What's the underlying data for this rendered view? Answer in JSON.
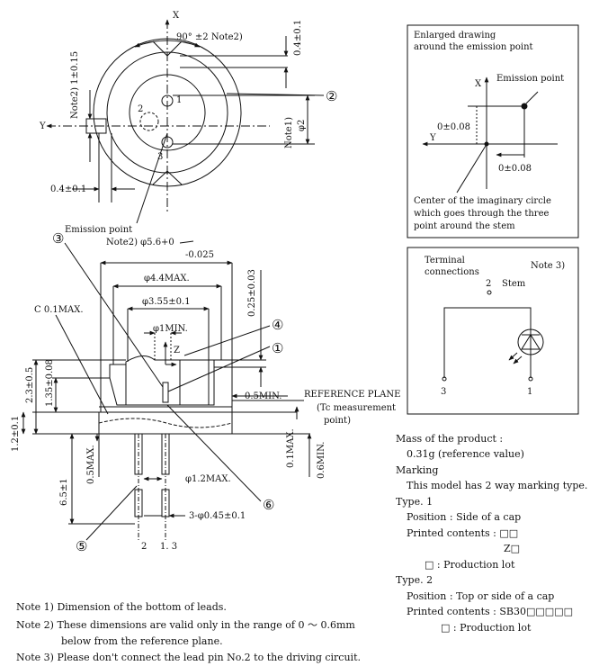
{
  "top_view": {
    "axis_x": "X",
    "axis_y": "Y",
    "angle": "90°  ±2  Note2)",
    "dim_top_right": "0.4±0.1",
    "dim_left": "Note2) 1±0.15",
    "dim_phi2_note": "Note1)",
    "dim_phi2": "φ2",
    "dim_bottom": "0.4±0.1",
    "pin1": "1",
    "pin2": "2",
    "pin3": "3",
    "callout2": "②",
    "emission_label": "Emission point"
  },
  "enlarged": {
    "title1": "Enlarged drawing",
    "title2": "around the emission point",
    "axis_x": "X",
    "axis_y": "Y",
    "emission": "Emission point",
    "dim_v": "0±0.08",
    "dim_h": "0±0.08",
    "desc1": "Center of the imaginary circle",
    "desc2": "which goes through the three",
    "desc3": "point around the stem"
  },
  "terminal": {
    "title1": "Terminal",
    "title2": "connections",
    "note": "Note 3)",
    "pin2_label": "2",
    "stem": "Stem",
    "pin3": "3",
    "pin1": "1"
  },
  "side_view": {
    "note2_dia": "Note2) φ5.6+0",
    "tol": "-0.025",
    "dia_44": "φ4.4MAX.",
    "dia_355": "φ3.55±0.1",
    "dia_1": "φ1MIN.",
    "z": "Z",
    "chamfer": "C  0.1MAX.",
    "dim_025": "0.25±0.03",
    "dim_23": "2.3±0.5",
    "dim_135": "1.35±0.08",
    "dim_12": "1.2±0.1",
    "dim_05max": "0.5MAX.",
    "dim_05min": "0.5MIN.",
    "dim_65": "6.5±1",
    "dim_01max": "0.1MAX.",
    "dim_06min": "0.6MIN.",
    "dia_12": "φ1.2MAX.",
    "leads": "3-φ0.45±0.1",
    "ref_plane": "REFERENCE PLANE",
    "tc1": "(Tc measurement",
    "tc2": "point)",
    "lead_l": "2",
    "lead_r": "1. 3",
    "c1": "①",
    "c3": "③",
    "c4": "④",
    "c5": "⑤",
    "c6": "⑥"
  },
  "spec": {
    "mass_label": "Mass of the product :",
    "mass_value": "0.31g (reference value)",
    "marking": "Marking",
    "marking_desc": "This model has 2 way marking type.",
    "type1": "Type. 1",
    "type1_pos": "Position : Side of a cap",
    "type1_printed": "Printed contents : □□",
    "type1_z": "Z□",
    "type1_lot": "□ :   Production lot",
    "type2": "Type. 2",
    "type2_pos": "Position : Top or side of a cap",
    "type2_printed": "Printed contents :  SB30□□□□□",
    "type2_lot": "□ :   Production lot"
  },
  "notes": {
    "n1": "Note 1) Dimension of the bottom of leads.",
    "n2": "Note 2) These dimensions are valid only in the range of 0 ～ 0.6mm",
    "n2b": "below from the reference plane.",
    "n3": "Note 3) Please don't connect the lead pin No.2 to the driving circuit."
  }
}
